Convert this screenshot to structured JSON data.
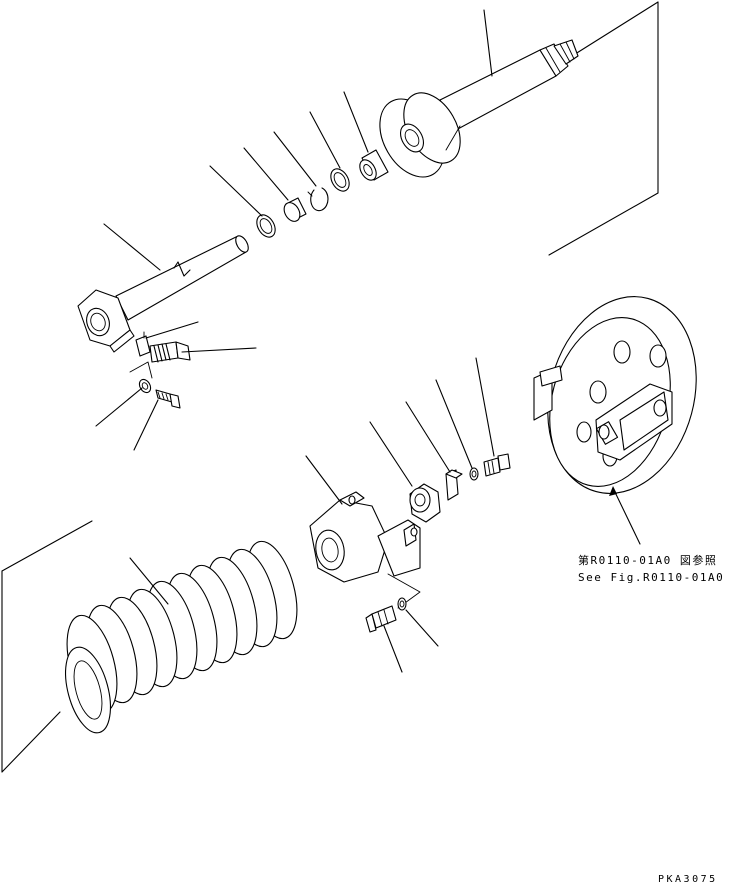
{
  "reference": {
    "japanese": "第R0110-01A0 図参照",
    "english": "See Fig.R0110-01A0"
  },
  "drawing_code": "PKA3075",
  "colors": {
    "ink": "#000000",
    "paper": "#ffffff"
  }
}
